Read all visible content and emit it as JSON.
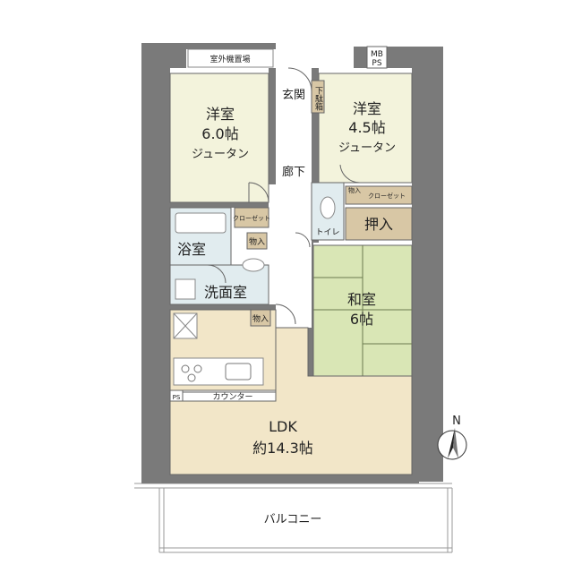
{
  "rooms": {
    "western_a": {
      "name": "洋室",
      "size": "6.0帖",
      "floor": "ジュータン"
    },
    "western_b": {
      "name": "洋室",
      "size": "4.5帖",
      "floor": "ジュータン"
    },
    "japanese": {
      "name": "和室",
      "size": "6帖"
    },
    "ldk": {
      "name": "LDK",
      "size": "約14.3帖"
    },
    "bath": "浴室",
    "washroom": "洗面室",
    "entrance": "玄関",
    "shoe_box": "下駄箱",
    "hallway": "廊下",
    "toilet": "トイレ",
    "oshiire": "押入",
    "balcony": "バルコニー",
    "outdoor_unit": "室外機置場"
  },
  "labels": {
    "closet_a": "クローゼット",
    "closet_b": "クローゼット",
    "storage_a": "物入",
    "storage_b": "物入",
    "storage_c": "物入",
    "counter": "カウンター",
    "mb": "MB",
    "ps_top": "PS",
    "ps_bottom": "PS"
  },
  "compass": {
    "north": "N"
  },
  "colors": {
    "western": "#f3f3dc",
    "wet": "#e1ecef",
    "tatami": "#d9e6b5",
    "ldk": "#f2e6c8",
    "storage": "#d8c7a5",
    "wall": "#7a7a7a",
    "hall": "#ffffff"
  }
}
